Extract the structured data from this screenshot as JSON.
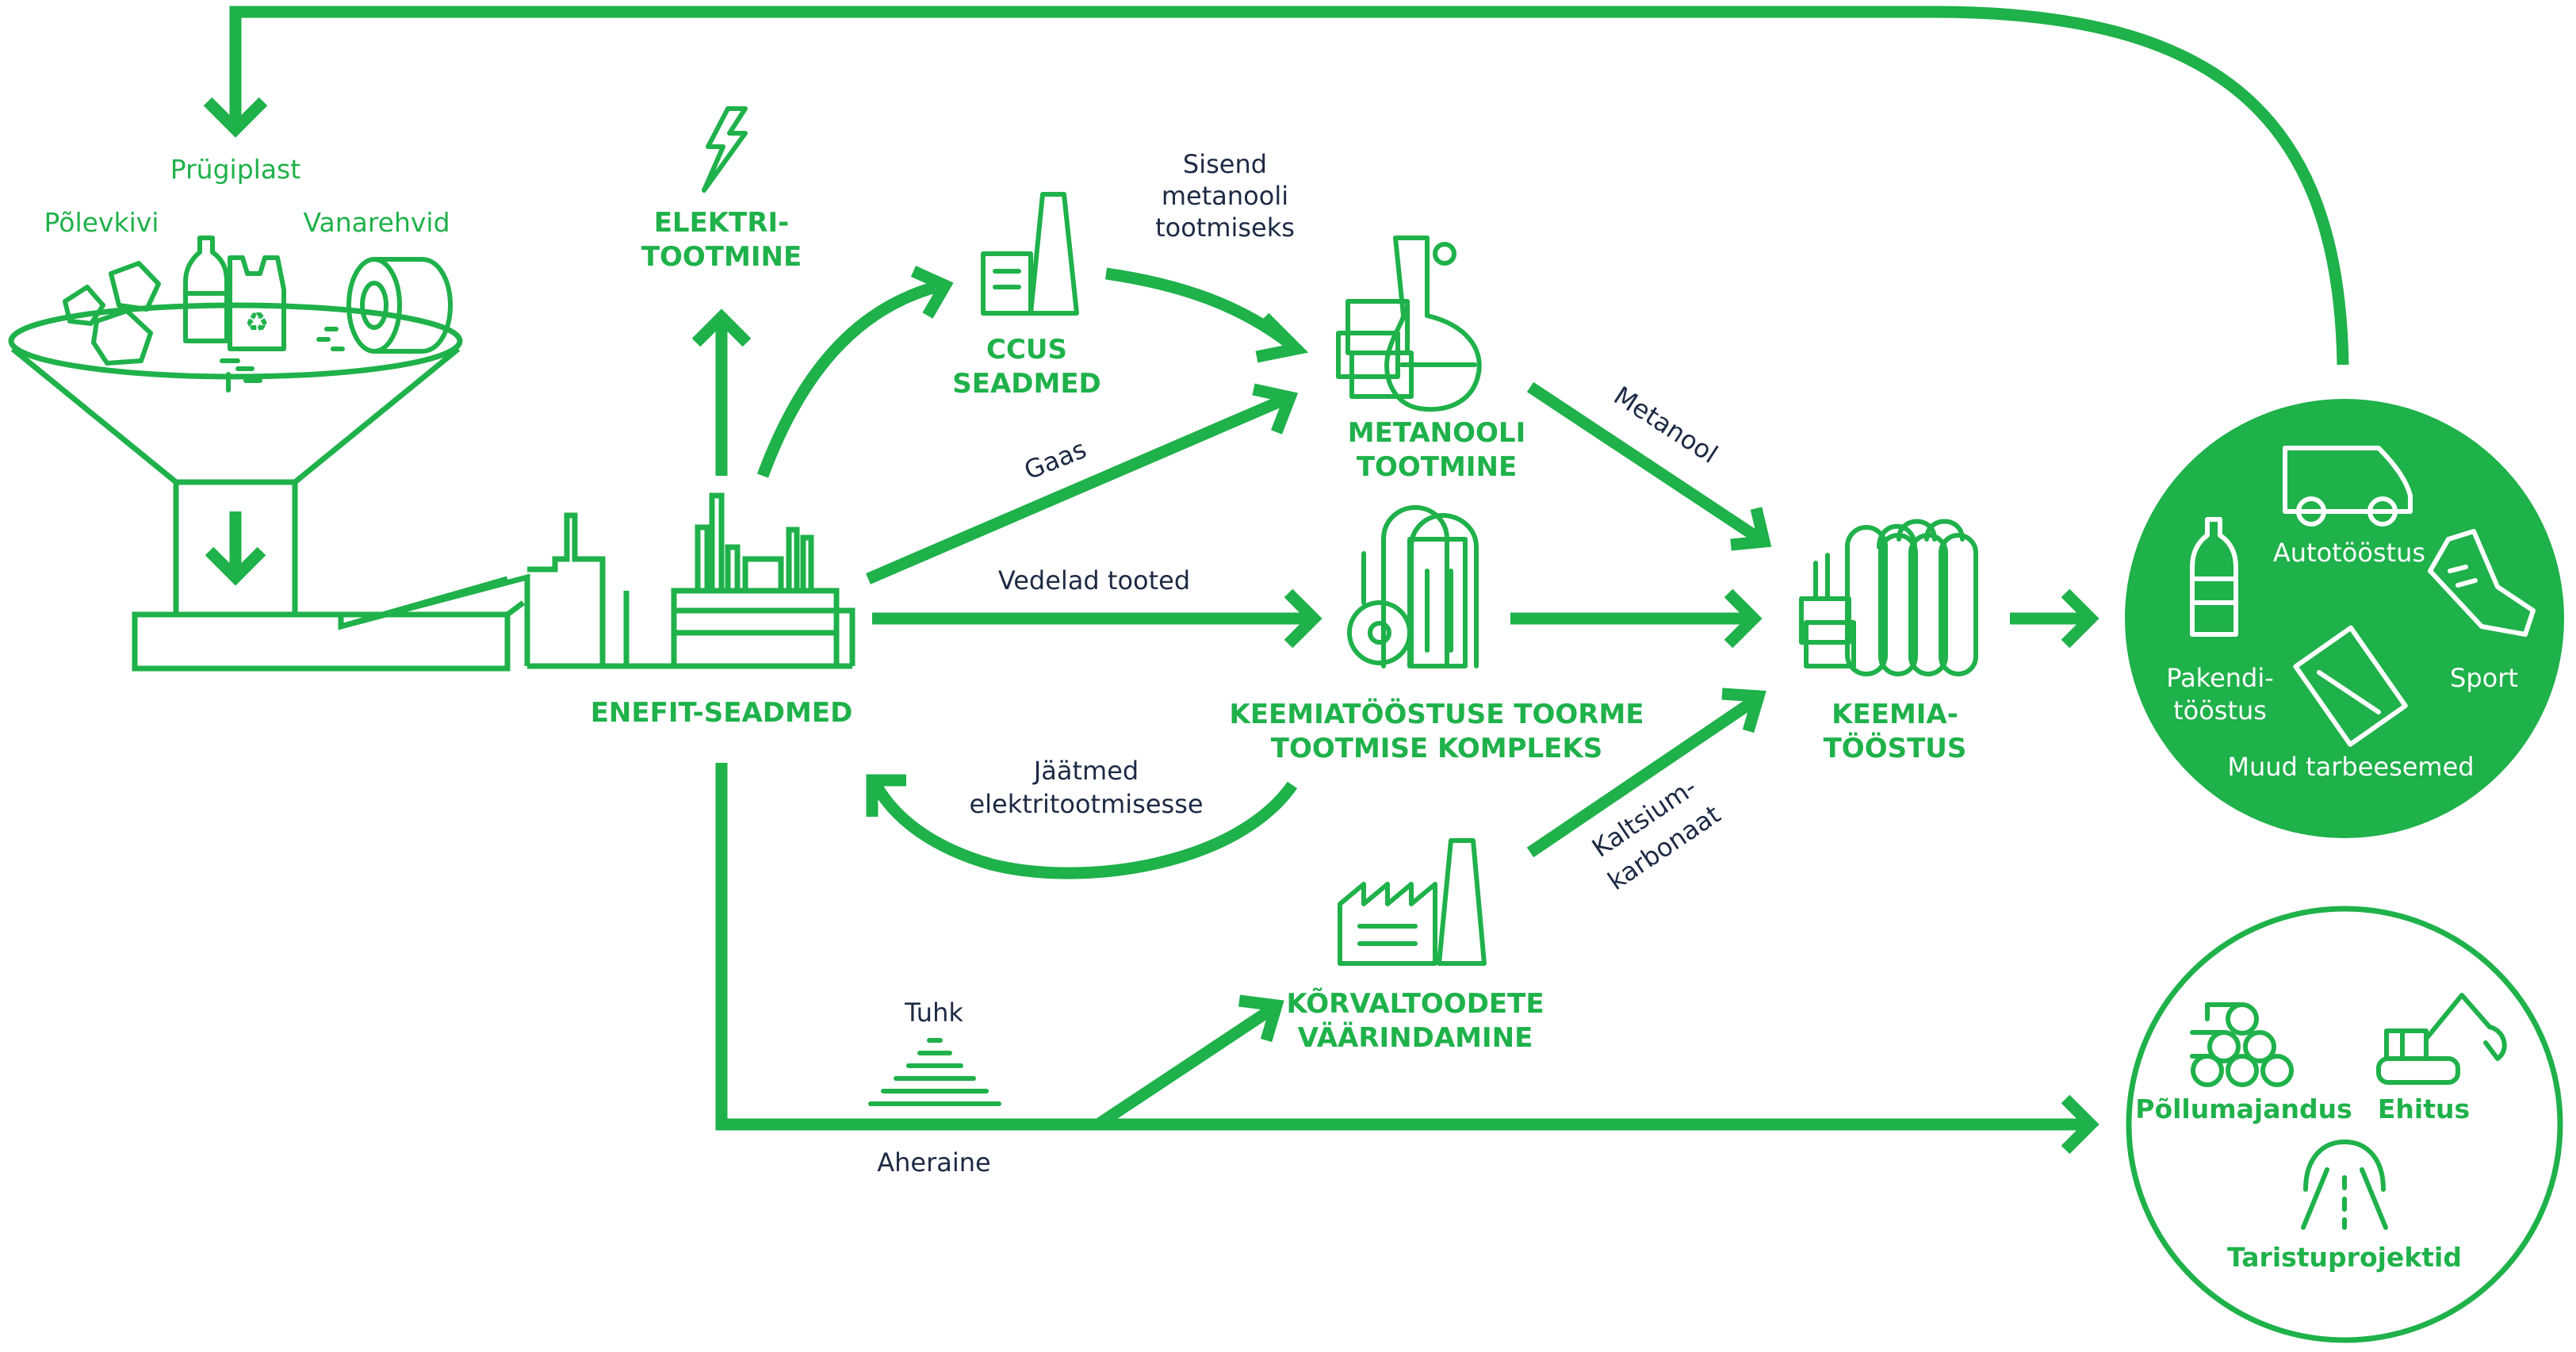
{
  "colors": {
    "accent": "#1fb14a",
    "text_dark": "#1d2a44",
    "background": "#ffffff"
  },
  "inputs": {
    "oil_shale": "Põlevkivi",
    "plastic_waste": "Prügiplast",
    "old_tires": "Vanarehvid"
  },
  "nodes": {
    "enefit_l1": "ENEFIT-SEADMED",
    "electricity_l1": "ELEKTRI-",
    "electricity_l2": "TOOTMINE",
    "ccus_l1": "CCUS",
    "ccus_l2": "SEADMED",
    "methanol_l1": "METANOOLI",
    "methanol_l2": "TOOTMINE",
    "chem_feed_l1": "KEEMIATÖÖSTUSE TOORME",
    "chem_feed_l2": "TOOTMISE KOMPLEKS",
    "byproducts_l1": "KÕRVALTOODETE",
    "byproducts_l2": "VÄÄRINDAMINE",
    "chem_industry_l1": "KEEMIA-",
    "chem_industry_l2": "TÖÖSTUS"
  },
  "flows": {
    "input_methanol_l1": "Sisend",
    "input_methanol_l2": "metanooli",
    "input_methanol_l3": "tootmiseks",
    "gas": "Gaas",
    "liquid_products": "Vedelad tooted",
    "residues_l1": "Jäätmed",
    "residues_l2": "elektritootmisesse",
    "methanol": "Metanool",
    "calcium_l1": "Kaltsium-",
    "calcium_l2": "karbonaat",
    "ash": "Tuhk",
    "waste_rock": "Aheraine"
  },
  "consumer_sectors": {
    "automotive": "Autotööstus",
    "packaging_l1": "Pakendi-",
    "packaging_l2": "tööstus",
    "sport": "Sport",
    "other_goods": "Muud tarbeesemed"
  },
  "material_sectors": {
    "agriculture": "Põllumajandus",
    "construction": "Ehitus",
    "infrastructure": "Taristuprojektid"
  },
  "icons": [
    "lightning-icon",
    "chimney-icon",
    "flask-icon",
    "reactor-icon",
    "factory-icon",
    "tanks-icon",
    "van-icon",
    "bottle-icon",
    "shoe-icon",
    "card-icon",
    "logs-icon",
    "excavator-icon",
    "road-icon",
    "ash-pile-icon",
    "funnel-icon",
    "enefit-plant-icon"
  ]
}
